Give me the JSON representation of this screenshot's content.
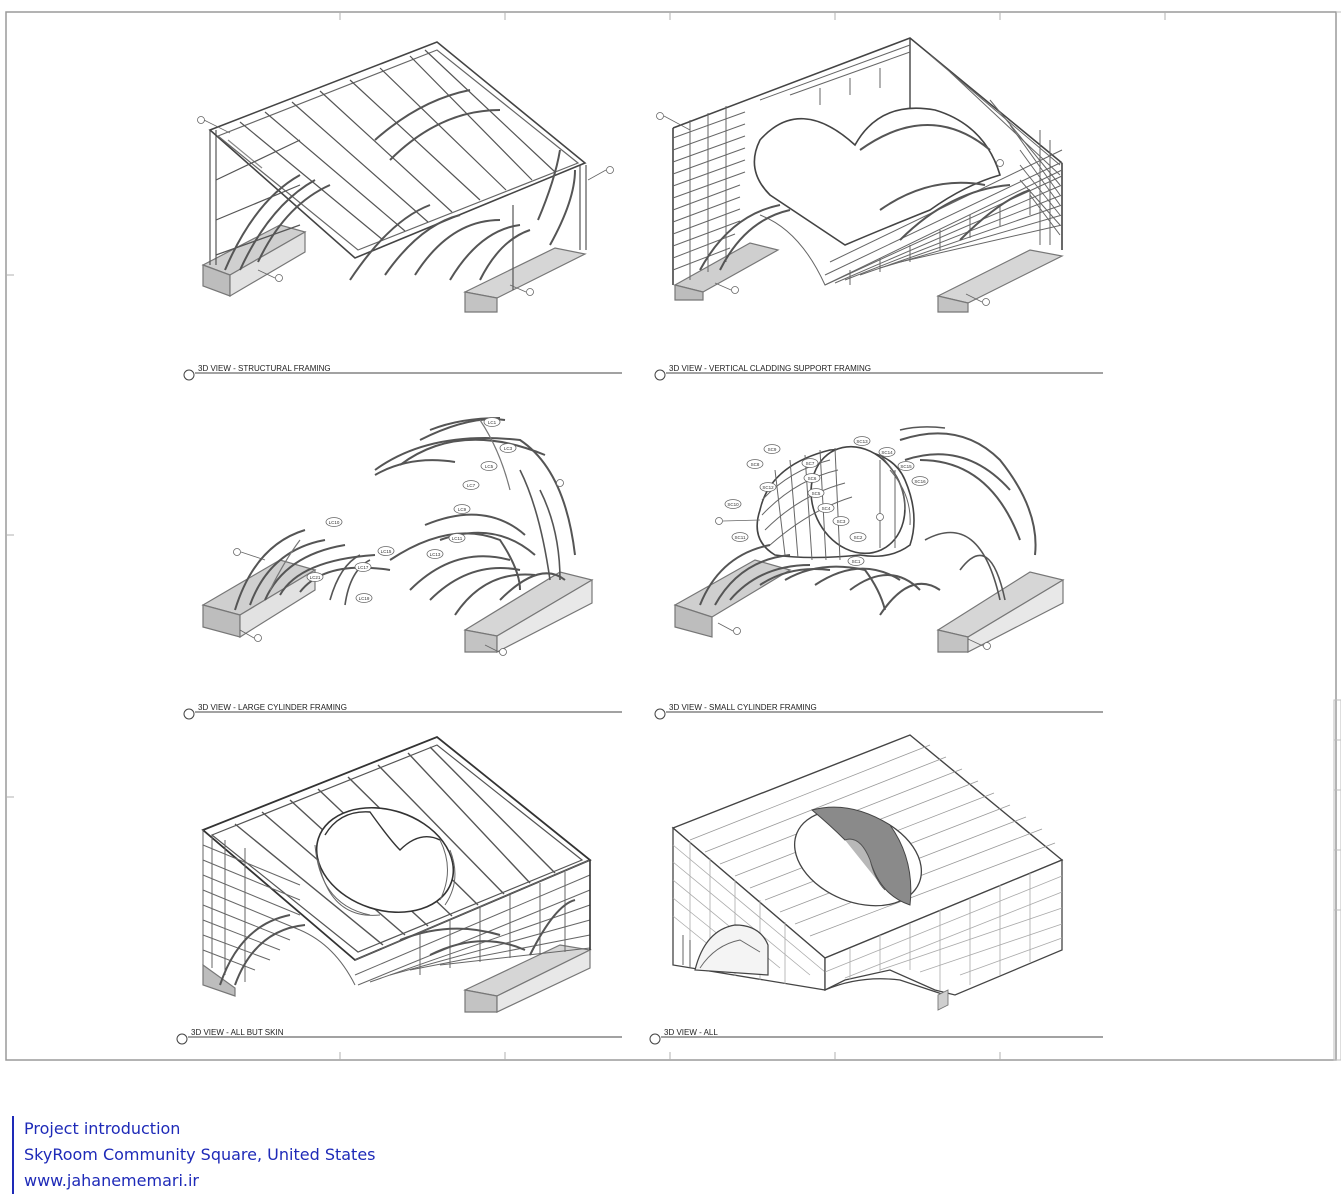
{
  "views": [
    {
      "id": "structural",
      "title": "3D VIEW - STRUCTURAL FRAMING"
    },
    {
      "id": "vertical",
      "title": "3D VIEW - VERTICAL CLADDING SUPPORT FRAMING"
    },
    {
      "id": "large",
      "title": "3D VIEW - LARGE CYLINDER FRAMING"
    },
    {
      "id": "small",
      "title": "3D VIEW - SMALL CYLINDER FRAMING"
    },
    {
      "id": "allbut",
      "title": "3D VIEW - ALL BUT SKIN"
    },
    {
      "id": "all",
      "title": "3D VIEW - ALL"
    }
  ],
  "tags": {
    "large": [
      "LC1",
      "LC3",
      "LC5",
      "LC7",
      "LC9",
      "LC11",
      "LC13",
      "LC15",
      "LC17",
      "LC19",
      "LC21",
      "LC10"
    ],
    "small": [
      "SC9",
      "SC8",
      "SC7",
      "SC6",
      "SC5",
      "SC4",
      "SC3",
      "SC2",
      "SC1",
      "SC10",
      "SC11",
      "SC12",
      "SC13",
      "SC14",
      "SC15",
      "SC16"
    ]
  },
  "caption": {
    "line1": "Project introduction",
    "line2": "SkyRoom Community Square, United States",
    "line3": "www.jahanememari.ir"
  }
}
